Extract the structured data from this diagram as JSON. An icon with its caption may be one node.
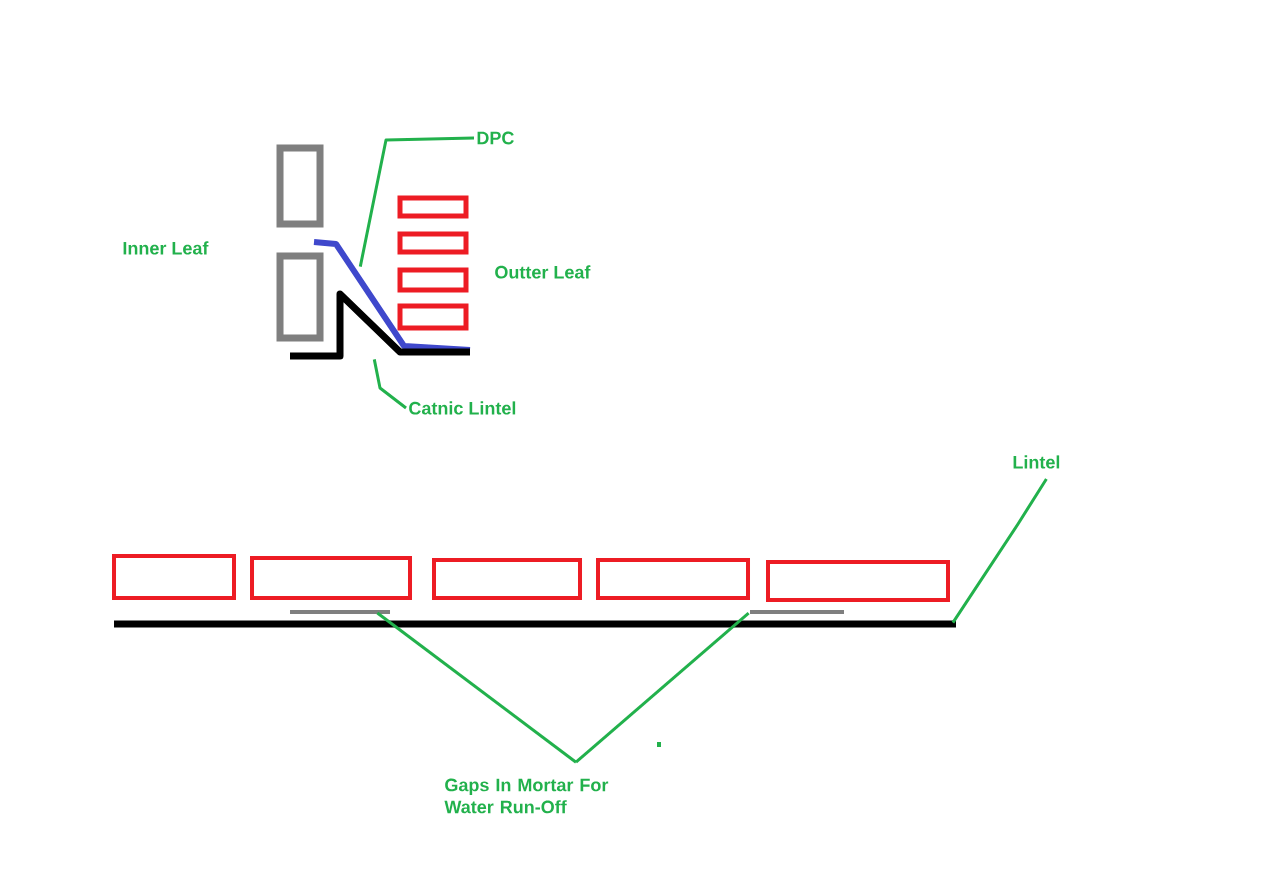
{
  "diagram": {
    "nodes": [
      {
        "text": [
          "DPC"
        ]
      },
      {
        "text": [
          "Catnic Lintel"
        ]
      },
      {
        "text": [
          "Lintel"
        ]
      },
      {
        "text": [
          "Gaps In Mortar For Water Run-Off"
        ]
      },
      {
        "text": [],
        "shape": "bar"
      },
      {
        "text": [],
        "shape": "bar"
      },
      {
        "text": [],
        "shape": "bar"
      },
      {
        "text": [],
        "shape": "bar"
      },
      {
        "text": [],
        "shape": "bar"
      }
    ],
    "edges": [
      {
        "from": 0,
        "to": 7,
        "arrow": "none"
      },
      {
        "from": 1,
        "to": 8,
        "arrow": "none"
      },
      {
        "from": 2,
        "to": 4,
        "arrow": "none"
      },
      {
        "from": 3,
        "to": 5,
        "arrow": "none"
      },
      {
        "from": 3,
        "to": 6,
        "arrow": "none"
      }
    ],
    "labels": [
      "Inner Leaf",
      "Outter Leaf"
    ]
  }
}
